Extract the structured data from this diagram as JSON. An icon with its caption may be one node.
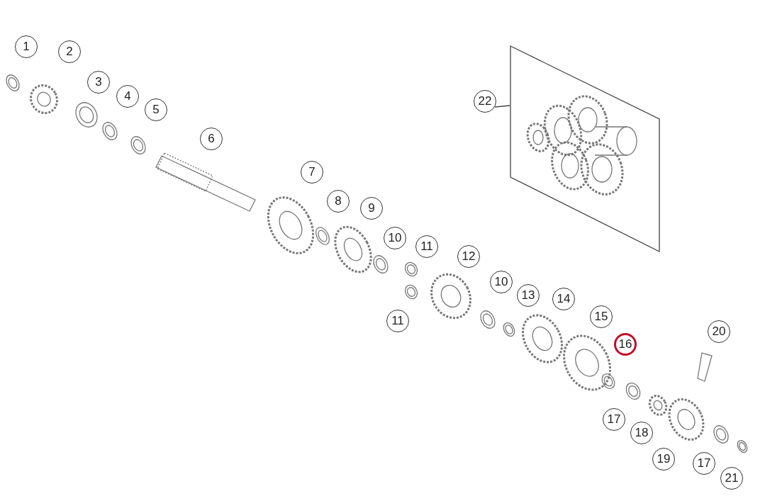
{
  "diagram": {
    "nodes": [
      {
        "text": [
          "1"
        ]
      },
      {
        "text": [
          "2"
        ]
      },
      {
        "text": [
          "3"
        ]
      },
      {
        "text": [
          "4"
        ]
      },
      {
        "text": [
          "5"
        ]
      },
      {
        "text": [
          "22"
        ]
      },
      {
        "text": [],
        "shape": "picture"
      },
      {
        "text": [
          "6"
        ]
      },
      {
        "text": [
          "7"
        ]
      },
      {
        "text": [
          "8"
        ]
      },
      {
        "text": [
          "9"
        ]
      },
      {
        "text": [
          "10"
        ]
      },
      {
        "text": [
          "11"
        ]
      },
      {
        "text": [
          "12"
        ]
      },
      {
        "text": [
          "11"
        ]
      },
      {
        "text": [
          "10"
        ]
      },
      {
        "text": [
          "13"
        ]
      },
      {
        "text": [
          "14"
        ]
      },
      {
        "text": [
          "15"
        ]
      },
      {
        "text": [
          "16"
        ]
      },
      {
        "text": [
          "20"
        ]
      },
      {
        "text": [
          "17"
        ]
      },
      {
        "text": [
          "18"
        ]
      },
      {
        "text": [
          "19"
        ]
      },
      {
        "text": [
          "17"
        ]
      },
      {
        "text": [
          "21"
        ]
      }
    ],
    "edges": [
      {
        "from": 5,
        "to": 6,
        "arrow": "none"
      }
    ]
  }
}
